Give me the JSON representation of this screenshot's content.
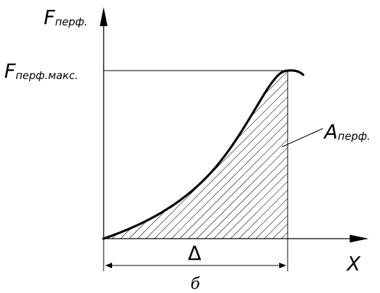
{
  "labels": {
    "y_axis_symbol": "F",
    "y_axis_subscript": "перф.",
    "max_symbol": "F",
    "max_subscript": "перф.макс.",
    "area_symbol": "A",
    "area_subscript": "перф.",
    "x_axis": "X",
    "delta": "Δ",
    "caption": "б"
  },
  "colors": {
    "line": "#000000",
    "background": "#ffffff"
  }
}
